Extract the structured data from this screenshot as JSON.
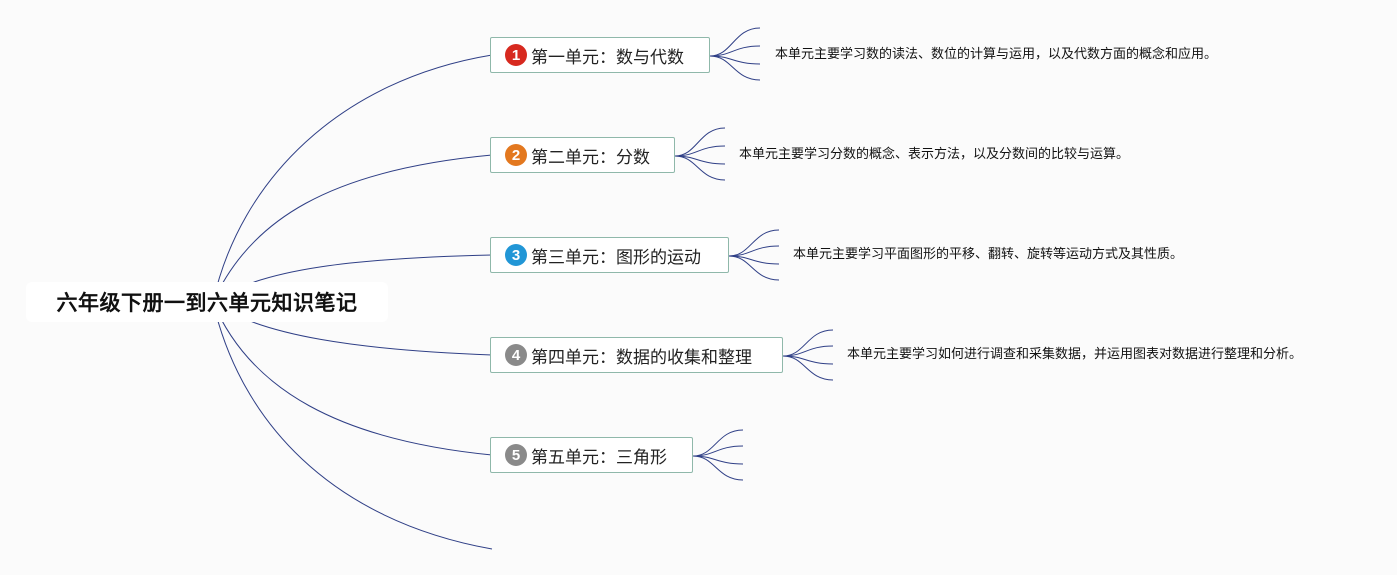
{
  "root": {
    "title": "六年级下册一到六单元知识笔记"
  },
  "topics": [
    {
      "marker": "1",
      "marker_color": "#d7291f",
      "label": "第一单元：数与代数",
      "note": "本单元主要学习数的读法、数位的计算与运用，以及代数方面的概念和应用。"
    },
    {
      "marker": "2",
      "marker_color": "#e3781f",
      "label": "第二单元：分数",
      "note": "本单元主要学习分数的概念、表示方法，以及分数间的比较与运算。"
    },
    {
      "marker": "3",
      "marker_color": "#2196d6",
      "label": "第三单元：图形的运动",
      "note": "本单元主要学习平面图形的平移、翻转、旋转等运动方式及其性质。"
    },
    {
      "marker": "4",
      "marker_color": "#8a8a8a",
      "label": "第四单元：数据的收集和整理",
      "note": "本单元主要学习如何进行调查和采集数据，并运用图表对数据进行整理和分析。"
    },
    {
      "marker": "5",
      "marker_color": "#8a8a8a",
      "label": "第五单元：三角形",
      "note": ""
    }
  ],
  "colors": {
    "line": "#2f3f86",
    "node_border": "#8fb8aa",
    "background": "#fbfbfb"
  }
}
